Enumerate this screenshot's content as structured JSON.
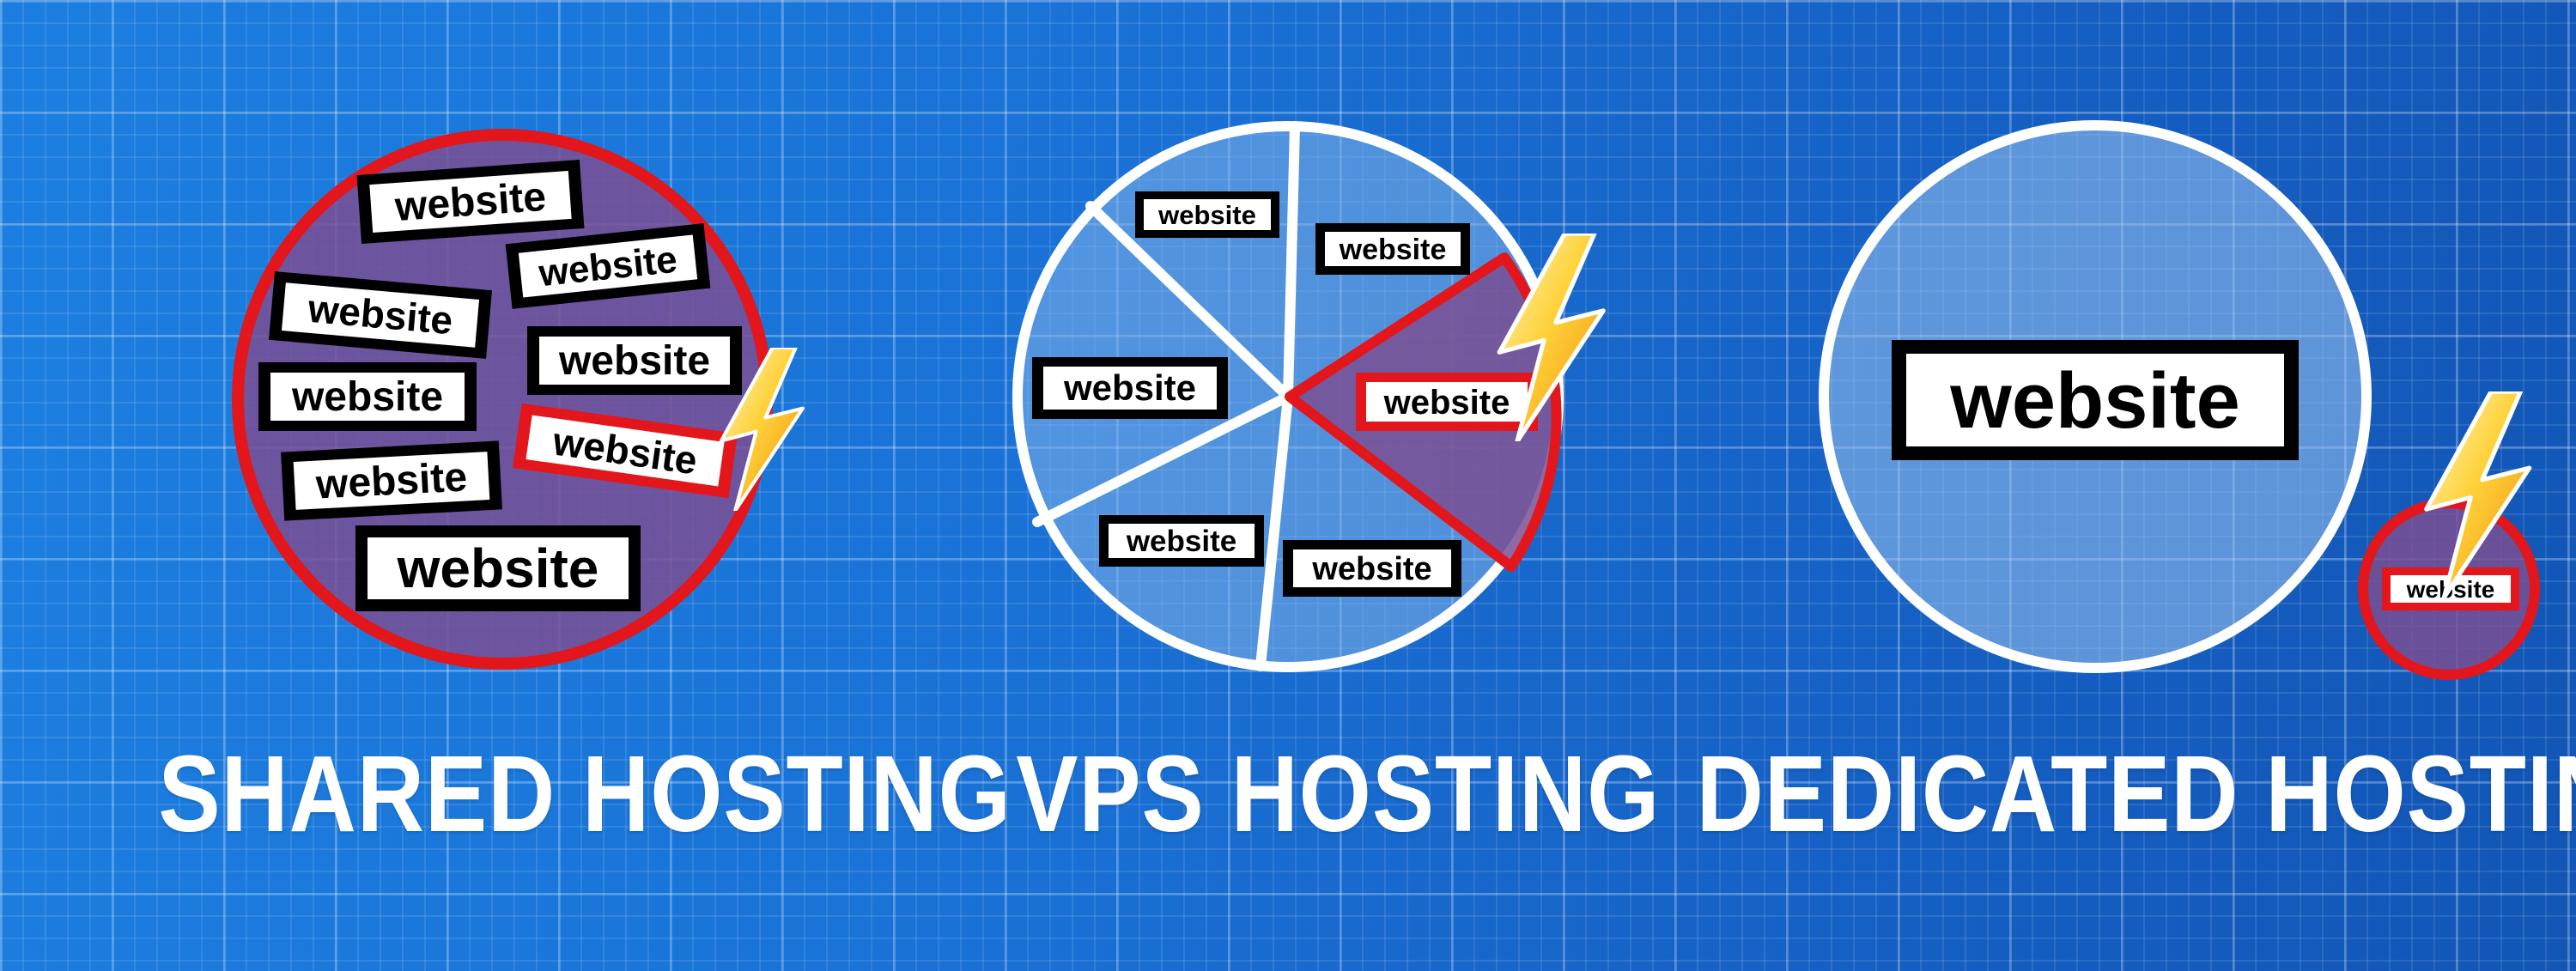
{
  "colors": {
    "background": "#1a72d6",
    "ring_white": "#ffffff",
    "ring_red": "#e2161b",
    "purple_fill": "#7a4f93",
    "slice_fill": "#7fb0e8",
    "bolt": "#f6b51d"
  },
  "icons": [
    "lightning-bolt-icon"
  ],
  "panels": {
    "shared": {
      "title": "SHARED HOSTING",
      "websites": [
        "website",
        "website",
        "website",
        "website",
        "website",
        "website",
        "website",
        "website"
      ]
    },
    "vps": {
      "title": "VPS HOSTING",
      "websites": [
        "website",
        "website",
        "website",
        "website",
        "website",
        "website"
      ]
    },
    "dedicated": {
      "title": "DEDICATED HOSTING",
      "websites": [
        "website",
        "website"
      ]
    }
  }
}
